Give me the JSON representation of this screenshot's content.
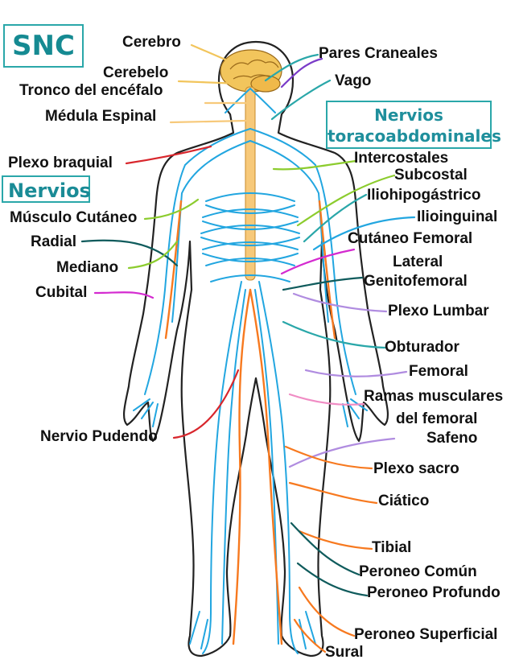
{
  "colors": {
    "teal": "#2aa7a9",
    "nerve_blue": "#22a6e0",
    "brain": "#f2c55c",
    "orange": "#f7791f",
    "green": "#8ccc2e",
    "purple": "#7a3cc8",
    "magenta": "#d42ad0",
    "red": "#d8262c",
    "dark_teal": "#0f5b5c",
    "lavender": "#b08ce0",
    "pink": "#f08cc4",
    "skin_outline": "#222222"
  },
  "header_boxes": {
    "snc": "SNC",
    "nervios": "Nervios",
    "toraco_line1": "Nervios",
    "toraco_line2": "toracoabdominales"
  },
  "labels_left": {
    "cerebro": "Cerebro",
    "cerebelo": "Cerebelo",
    "tronco": "Tronco del encéfalo",
    "medula": "Médula Espinal",
    "plexo_braquial": "Plexo braquial",
    "musculo_cutaneo": "Músculo Cutáneo",
    "radial": "Radial",
    "mediano": "Mediano",
    "cubital": "Cubital",
    "pudendo": "Nervio Pudendo"
  },
  "labels_right": {
    "pares_craneales": "Pares Craneales",
    "vago": "Vago",
    "intercostales": "Intercostales",
    "subcostal": "Subcostal",
    "iliohipogastrico": "Iliohipogástrico",
    "ilioinguinal": "Ilioinguinal",
    "cutaneo_femoral": "Cutáneo Femoral",
    "lateral": "Lateral",
    "genitofemoral": "Genitofemoral",
    "plexo_lumbar": "Plexo Lumbar",
    "obturador": "Obturador",
    "femoral": "Femoral",
    "ramas_musculares": "Ramas musculares",
    "del_femoral": "del femoral",
    "safeno": "Safeno",
    "plexo_sacro": "Plexo sacro",
    "ciatico": "Ciático",
    "tibial": "Tibial",
    "peroneo_comun": "Peroneo Común",
    "peroneo_profundo": "Peroneo Profundo",
    "peroneo_superficial": "Peroneo Superficial",
    "sural": "Sural"
  }
}
